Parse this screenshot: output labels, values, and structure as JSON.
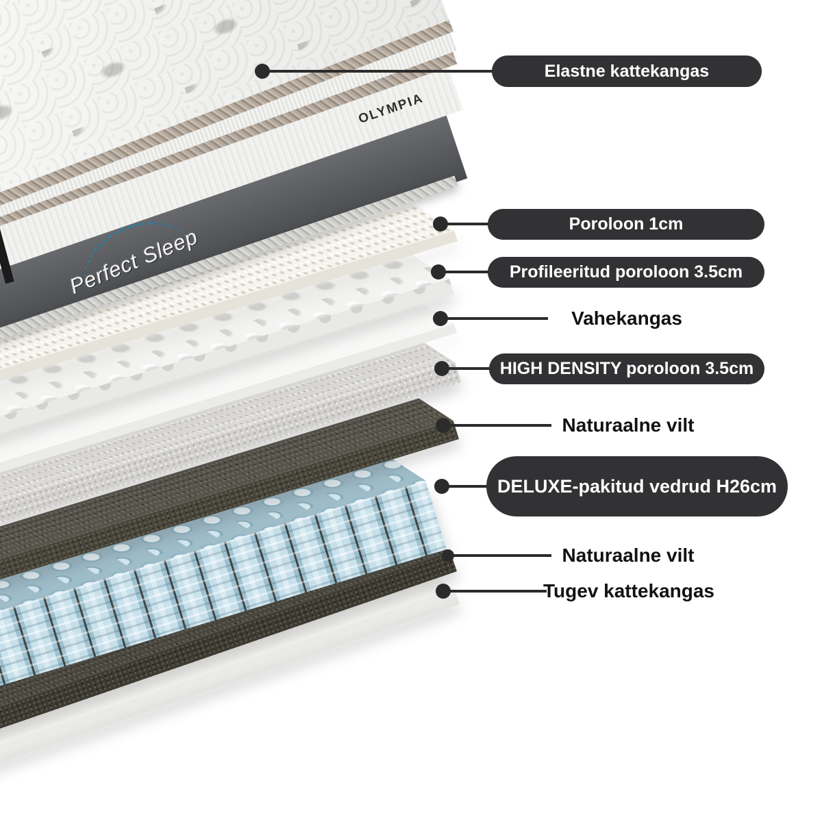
{
  "product": {
    "brand": "OLYMPIA",
    "logo": "Perfect Sleep"
  },
  "layers": [
    {
      "id": "cover",
      "text": "Elastne kattekangas",
      "style": "pill"
    },
    {
      "id": "foam1cm",
      "text": "Poroloon 1cm",
      "style": "pill"
    },
    {
      "id": "profiled",
      "text": "Profileeritud poroloon 3.5cm",
      "style": "pill"
    },
    {
      "id": "interfabric",
      "text": "Vahekangas",
      "style": "text"
    },
    {
      "id": "highdensity",
      "text": "HIGH DENSITY poroloon 3.5cm",
      "style": "pill"
    },
    {
      "id": "felt-top",
      "text": "Naturaalne vilt",
      "style": "text"
    },
    {
      "id": "springs",
      "text": "DELUXE-pakitud vedrud H26cm",
      "style": "pill"
    },
    {
      "id": "felt-bottom",
      "text": "Naturaalne vilt",
      "style": "text"
    },
    {
      "id": "bottomfabric",
      "text": "Tugev kattekangas",
      "style": "text"
    }
  ],
  "colors": {
    "pill_bg": "#323234",
    "pill_text": "#ffffff",
    "text": "#121212",
    "line": "#2b2b2b",
    "spring": "#bfdce8",
    "felt": "#474439",
    "logo_dots": "#2b7da1",
    "brand_text": "#2e2e2e"
  }
}
